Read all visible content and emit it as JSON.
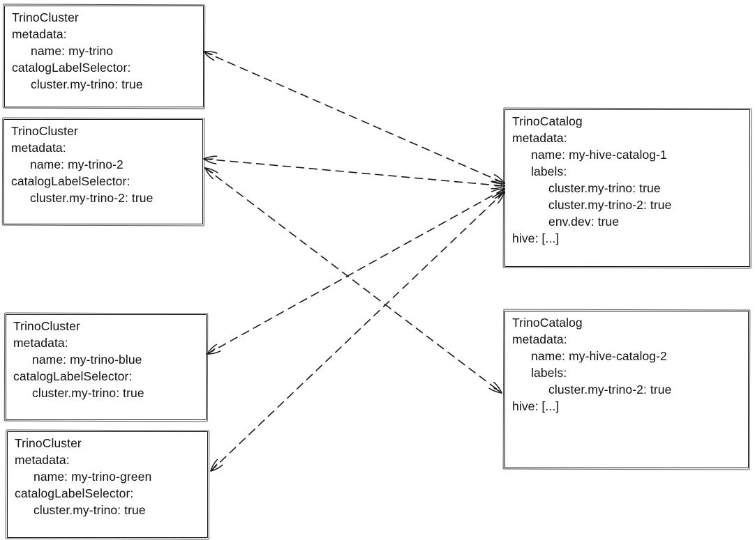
{
  "page": {
    "title": "TrinoCluster / TrinoCatalog label-selector relationships",
    "background": "#ffffff",
    "ink": "#1a1a1a"
  },
  "nodes": [
    {
      "id": "trino-cluster-my-trino",
      "kind": "TrinoCluster",
      "lines": [
        {
          "indent": 0,
          "text": "TrinoCluster"
        },
        {
          "indent": 0,
          "text": "metadata:"
        },
        {
          "indent": 1,
          "text": "name: my-trino"
        },
        {
          "indent": 0,
          "text": "catalogLabelSelector:"
        },
        {
          "indent": 1,
          "text": "cluster.my-trino: true"
        }
      ]
    },
    {
      "id": "trino-cluster-my-trino-2",
      "kind": "TrinoCluster",
      "lines": [
        {
          "indent": 0,
          "text": "TrinoCluster"
        },
        {
          "indent": 0,
          "text": "metadata:"
        },
        {
          "indent": 1,
          "text": "name: my-trino-2"
        },
        {
          "indent": 0,
          "text": "catalogLabelSelector:"
        },
        {
          "indent": 1,
          "text": "cluster.my-trino-2: true"
        }
      ]
    },
    {
      "id": "trino-cluster-my-trino-blue",
      "kind": "TrinoCluster",
      "lines": [
        {
          "indent": 0,
          "text": "TrinoCluster"
        },
        {
          "indent": 0,
          "text": "metadata:"
        },
        {
          "indent": 1,
          "text": "name: my-trino-blue"
        },
        {
          "indent": 0,
          "text": "catalogLabelSelector:"
        },
        {
          "indent": 1,
          "text": "cluster.my-trino: true"
        }
      ]
    },
    {
      "id": "trino-cluster-my-trino-green",
      "kind": "TrinoCluster",
      "lines": [
        {
          "indent": 0,
          "text": "TrinoCluster"
        },
        {
          "indent": 0,
          "text": "metadata:"
        },
        {
          "indent": 1,
          "text": "name: my-trino-green"
        },
        {
          "indent": 0,
          "text": "catalogLabelSelector:"
        },
        {
          "indent": 1,
          "text": "cluster.my-trino: true"
        }
      ]
    },
    {
      "id": "trino-catalog-my-hive-catalog-1",
      "kind": "TrinoCatalog",
      "lines": [
        {
          "indent": 0,
          "text": "TrinoCatalog"
        },
        {
          "indent": 0,
          "text": "metadata:"
        },
        {
          "indent": 1,
          "text": "name: my-hive-catalog-1"
        },
        {
          "indent": 1,
          "text": "labels:"
        },
        {
          "indent": 2,
          "text": "cluster.my-trino: true"
        },
        {
          "indent": 2,
          "text": "cluster.my-trino-2: true"
        },
        {
          "indent": 2,
          "text": "env.dev: true"
        },
        {
          "indent": 0,
          "text": "hive: [...]"
        }
      ]
    },
    {
      "id": "trino-catalog-my-hive-catalog-2",
      "kind": "TrinoCatalog",
      "lines": [
        {
          "indent": 0,
          "text": "TrinoCatalog"
        },
        {
          "indent": 0,
          "text": "metadata:"
        },
        {
          "indent": 1,
          "text": "name: my-hive-catalog-2"
        },
        {
          "indent": 1,
          "text": "labels:"
        },
        {
          "indent": 2,
          "text": "cluster.my-trino-2: true"
        },
        {
          "indent": 0,
          "text": "hive: [...]"
        }
      ]
    }
  ],
  "edges": [
    {
      "from": "trino-cluster-my-trino",
      "to": "trino-catalog-my-hive-catalog-1",
      "style": "dashed",
      "arrowheads": "both"
    },
    {
      "from": "trino-cluster-my-trino-2",
      "to": "trino-catalog-my-hive-catalog-1",
      "style": "dashed",
      "arrowheads": "both"
    },
    {
      "from": "trino-cluster-my-trino-2",
      "to": "trino-catalog-my-hive-catalog-2",
      "style": "dashed",
      "arrowheads": "both"
    },
    {
      "from": "trino-cluster-my-trino-blue",
      "to": "trino-catalog-my-hive-catalog-1",
      "style": "dashed",
      "arrowheads": "both"
    },
    {
      "from": "trino-cluster-my-trino-green",
      "to": "trino-catalog-my-hive-catalog-1",
      "style": "dashed",
      "arrowheads": "both"
    }
  ]
}
